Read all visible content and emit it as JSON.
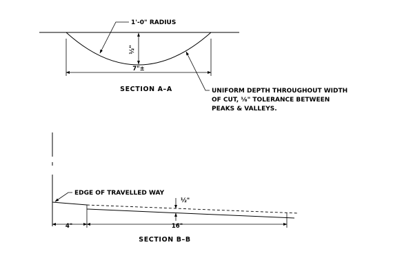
{
  "section_a": {
    "title": "SECTION A–A",
    "radius_label": "1'-0\" RADIUS",
    "depth_label": "½\"",
    "width_label": "7\"±",
    "note_lines": [
      "UNIFORM DEPTH THROUGHOUT WIDTH",
      "OF CUT, ⅛\" TOLERANCE BETWEEN",
      "PEAKS & VALLEYS."
    ]
  },
  "section_b": {
    "title": "SECTION B–B",
    "edge_label": "EDGE OF TRAVELLED WAY",
    "depth_label": "½\"",
    "offset_label": "4\"",
    "width_label": "16\""
  },
  "colors": {
    "ink": "#000000",
    "paper": "#ffffff"
  }
}
